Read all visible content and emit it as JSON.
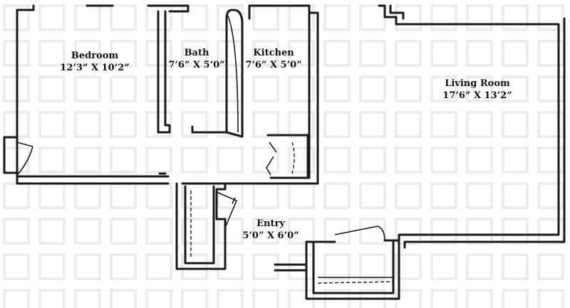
{
  "rooms": {
    "bedroom": {
      "name": "Bedroom",
      "dims": "12’3” X 10’2”"
    },
    "bath": {
      "name": "Bath",
      "dims": "7’6” X 5’0”"
    },
    "kitchen": {
      "name": "Kitchen",
      "dims": "7’6” X 5’0”"
    },
    "living_room": {
      "name": "Living Room",
      "dims": "17’6” X 13’2”"
    },
    "entry": {
      "name": "Entry",
      "dims": "5’0” X 6’0”"
    }
  },
  "colors": {
    "ink": "#1a1a1a",
    "watermark": "#ececec",
    "background": "#ffffff"
  }
}
